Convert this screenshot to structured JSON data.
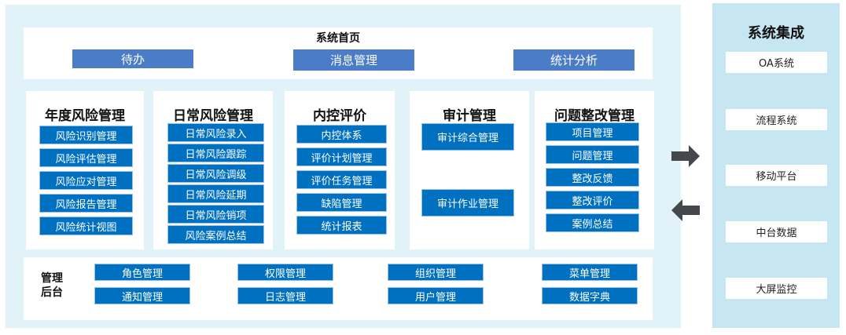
{
  "home": {
    "title": "系统首页",
    "buttons": [
      "待办",
      "消息管理",
      "统计分析"
    ]
  },
  "modules": [
    {
      "title": "年度风险管理",
      "items": [
        "风险识别管理",
        "风险评估管理",
        "风险应对管理",
        "风险报告管理",
        "风险统计视图"
      ]
    },
    {
      "title": "日常风险管理",
      "items": [
        "日常风险录入",
        "日常风险跟踪",
        "日常风险调级",
        "日常风险延期",
        "日常风险销项",
        "风险案例总结"
      ]
    },
    {
      "title": "内控评价",
      "items": [
        "内控体系",
        "评价计划管理",
        "评价任务管理",
        "缺陷管理",
        "统计报表"
      ]
    },
    {
      "title": "审计管理",
      "items": [
        "审计综合管理",
        "审计作业管理"
      ]
    },
    {
      "title": "问题整改管理",
      "items": [
        "项目管理",
        "问题管理",
        "整改反馈",
        "整改评价",
        "案例总结"
      ]
    }
  ],
  "admin": {
    "title_line1": "管理",
    "title_line2": "后台",
    "buttons": [
      "角色管理",
      "权限管理",
      "组织管理",
      "菜单管理",
      "通知管理",
      "日志管理",
      "用户管理",
      "数据字典"
    ]
  },
  "integration": {
    "title": "系统集成",
    "items": [
      "OA系统",
      "流程系统",
      "移动平台",
      "中台数据",
      "大屏监控"
    ]
  }
}
